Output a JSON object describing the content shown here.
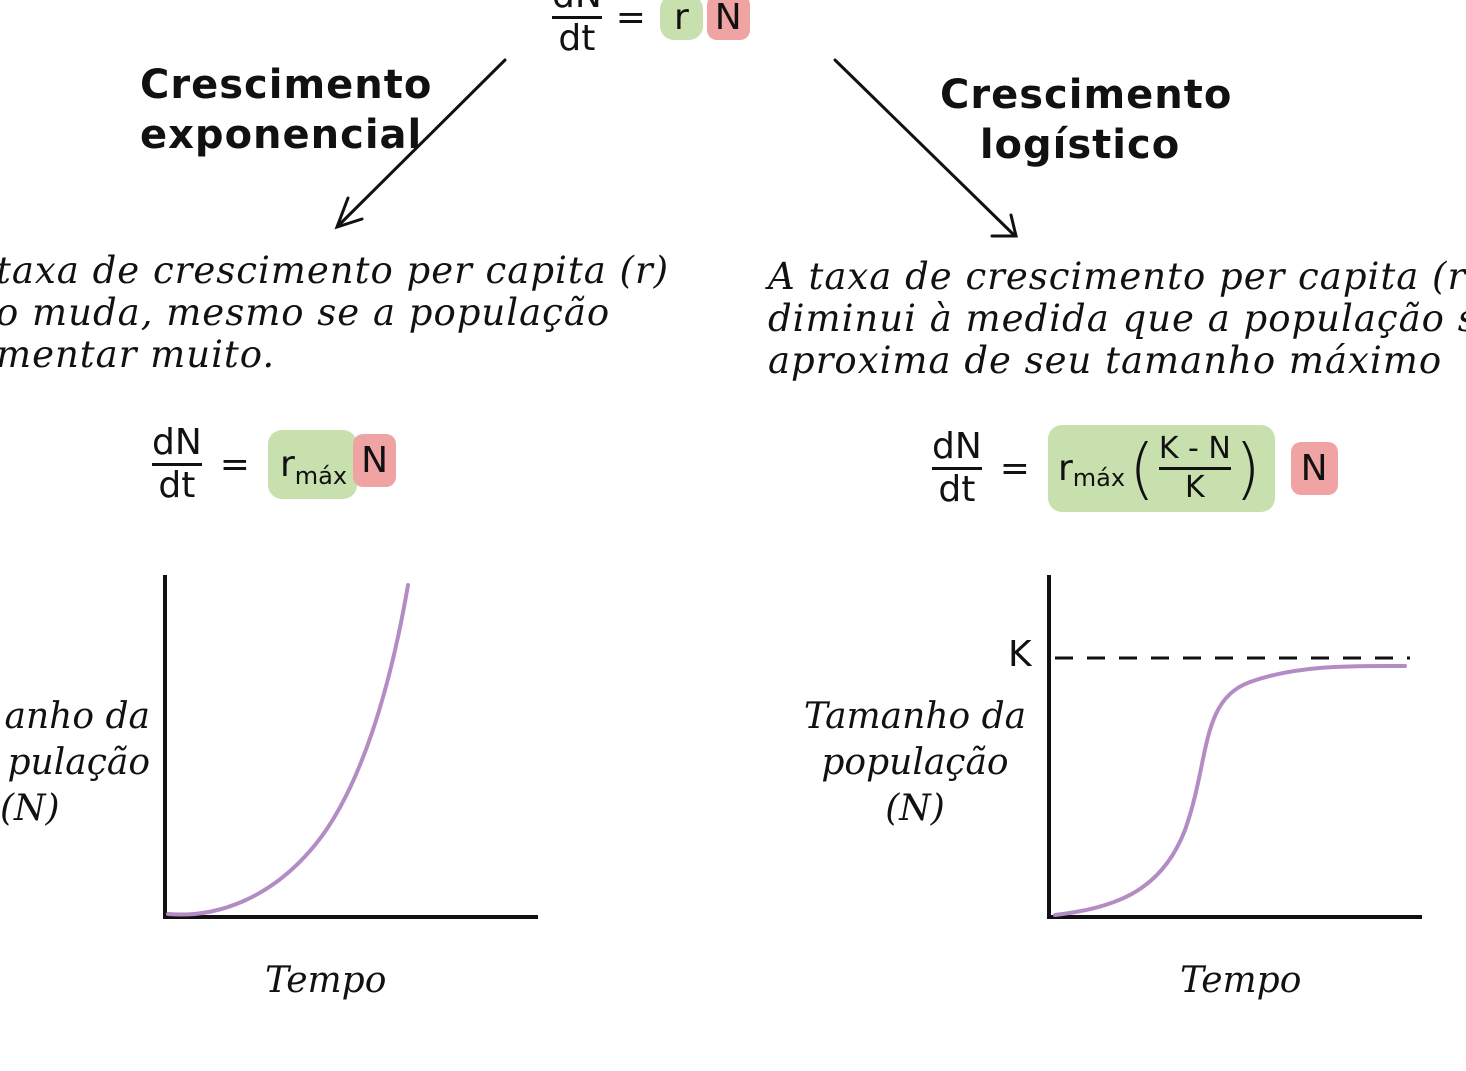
{
  "top_equation": {
    "numerator": "dN",
    "denominator": "dt",
    "equals": "=",
    "rate": "r",
    "pop": "N"
  },
  "left": {
    "heading_line1": "Crescimento",
    "heading_line2": "exponencial",
    "desc_line1": "taxa de crescimento per capita (r)",
    "desc_line2": "o muda, mesmo se a população",
    "desc_line3": "mentar muito.",
    "eq_num": "dN",
    "eq_den": "dt",
    "eq_equals": "=",
    "eq_rate": "r",
    "eq_rate_sub": "máx",
    "eq_pop": "N",
    "ylabel_line1": "anho da",
    "ylabel_line2": "pulação",
    "ylabel_line3": "(N)",
    "xlabel": "Tempo"
  },
  "right": {
    "heading_line1": "Crescimento",
    "heading_line2": "logístico",
    "desc_line1": "A taxa de crescimento per capita (r",
    "desc_line2": "diminui à medida que a população s",
    "desc_line3": "aproxima de seu tamanho máximo",
    "eq_num": "dN",
    "eq_den": "dt",
    "eq_equals": "=",
    "eq_rate": "r",
    "eq_rate_sub": "máx",
    "eq_open": "(",
    "eq_frac_num": "K - N",
    "eq_frac_den": "K",
    "eq_close": ")",
    "eq_pop": "N",
    "k_label": "K",
    "ylabel_line1": "Tamanho da",
    "ylabel_line2": "população",
    "ylabel_line3": "(N)",
    "xlabel": "Tempo"
  },
  "colors": {
    "rate_highlight": "#c7e0ae",
    "pop_highlight": "#f0a3a3",
    "curve": "#b48cc4"
  }
}
